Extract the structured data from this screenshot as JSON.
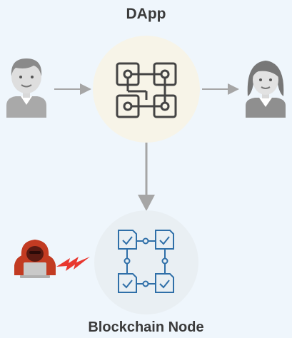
{
  "diagram": {
    "title": "DApp",
    "bottom_title": "Blockchain Node",
    "nodes": [
      {
        "id": "user-left",
        "icon": "user-male-icon"
      },
      {
        "id": "dapp",
        "icon": "connected-blocks-icon"
      },
      {
        "id": "user-right",
        "icon": "user-female-icon"
      },
      {
        "id": "blockchain-node",
        "icon": "blockchain-ledger-icon"
      },
      {
        "id": "attacker",
        "icon": "hooded-hacker-icon"
      }
    ],
    "edges": [
      {
        "from": "user-left",
        "to": "dapp"
      },
      {
        "from": "dapp",
        "to": "user-right"
      },
      {
        "from": "dapp",
        "to": "blockchain-node"
      },
      {
        "from": "attacker",
        "to": "blockchain-node",
        "style": "lightning-attack"
      }
    ],
    "colors": {
      "background": "#eff6fc",
      "dapp_circle": "#f7f4e8",
      "node_circle": "#e9eff3",
      "arrow": "#a6a6a6",
      "person": "#a9a9a9",
      "chain": "#2f6fa8",
      "hacker": "#c23b22",
      "lightning": "#e8372f"
    }
  }
}
